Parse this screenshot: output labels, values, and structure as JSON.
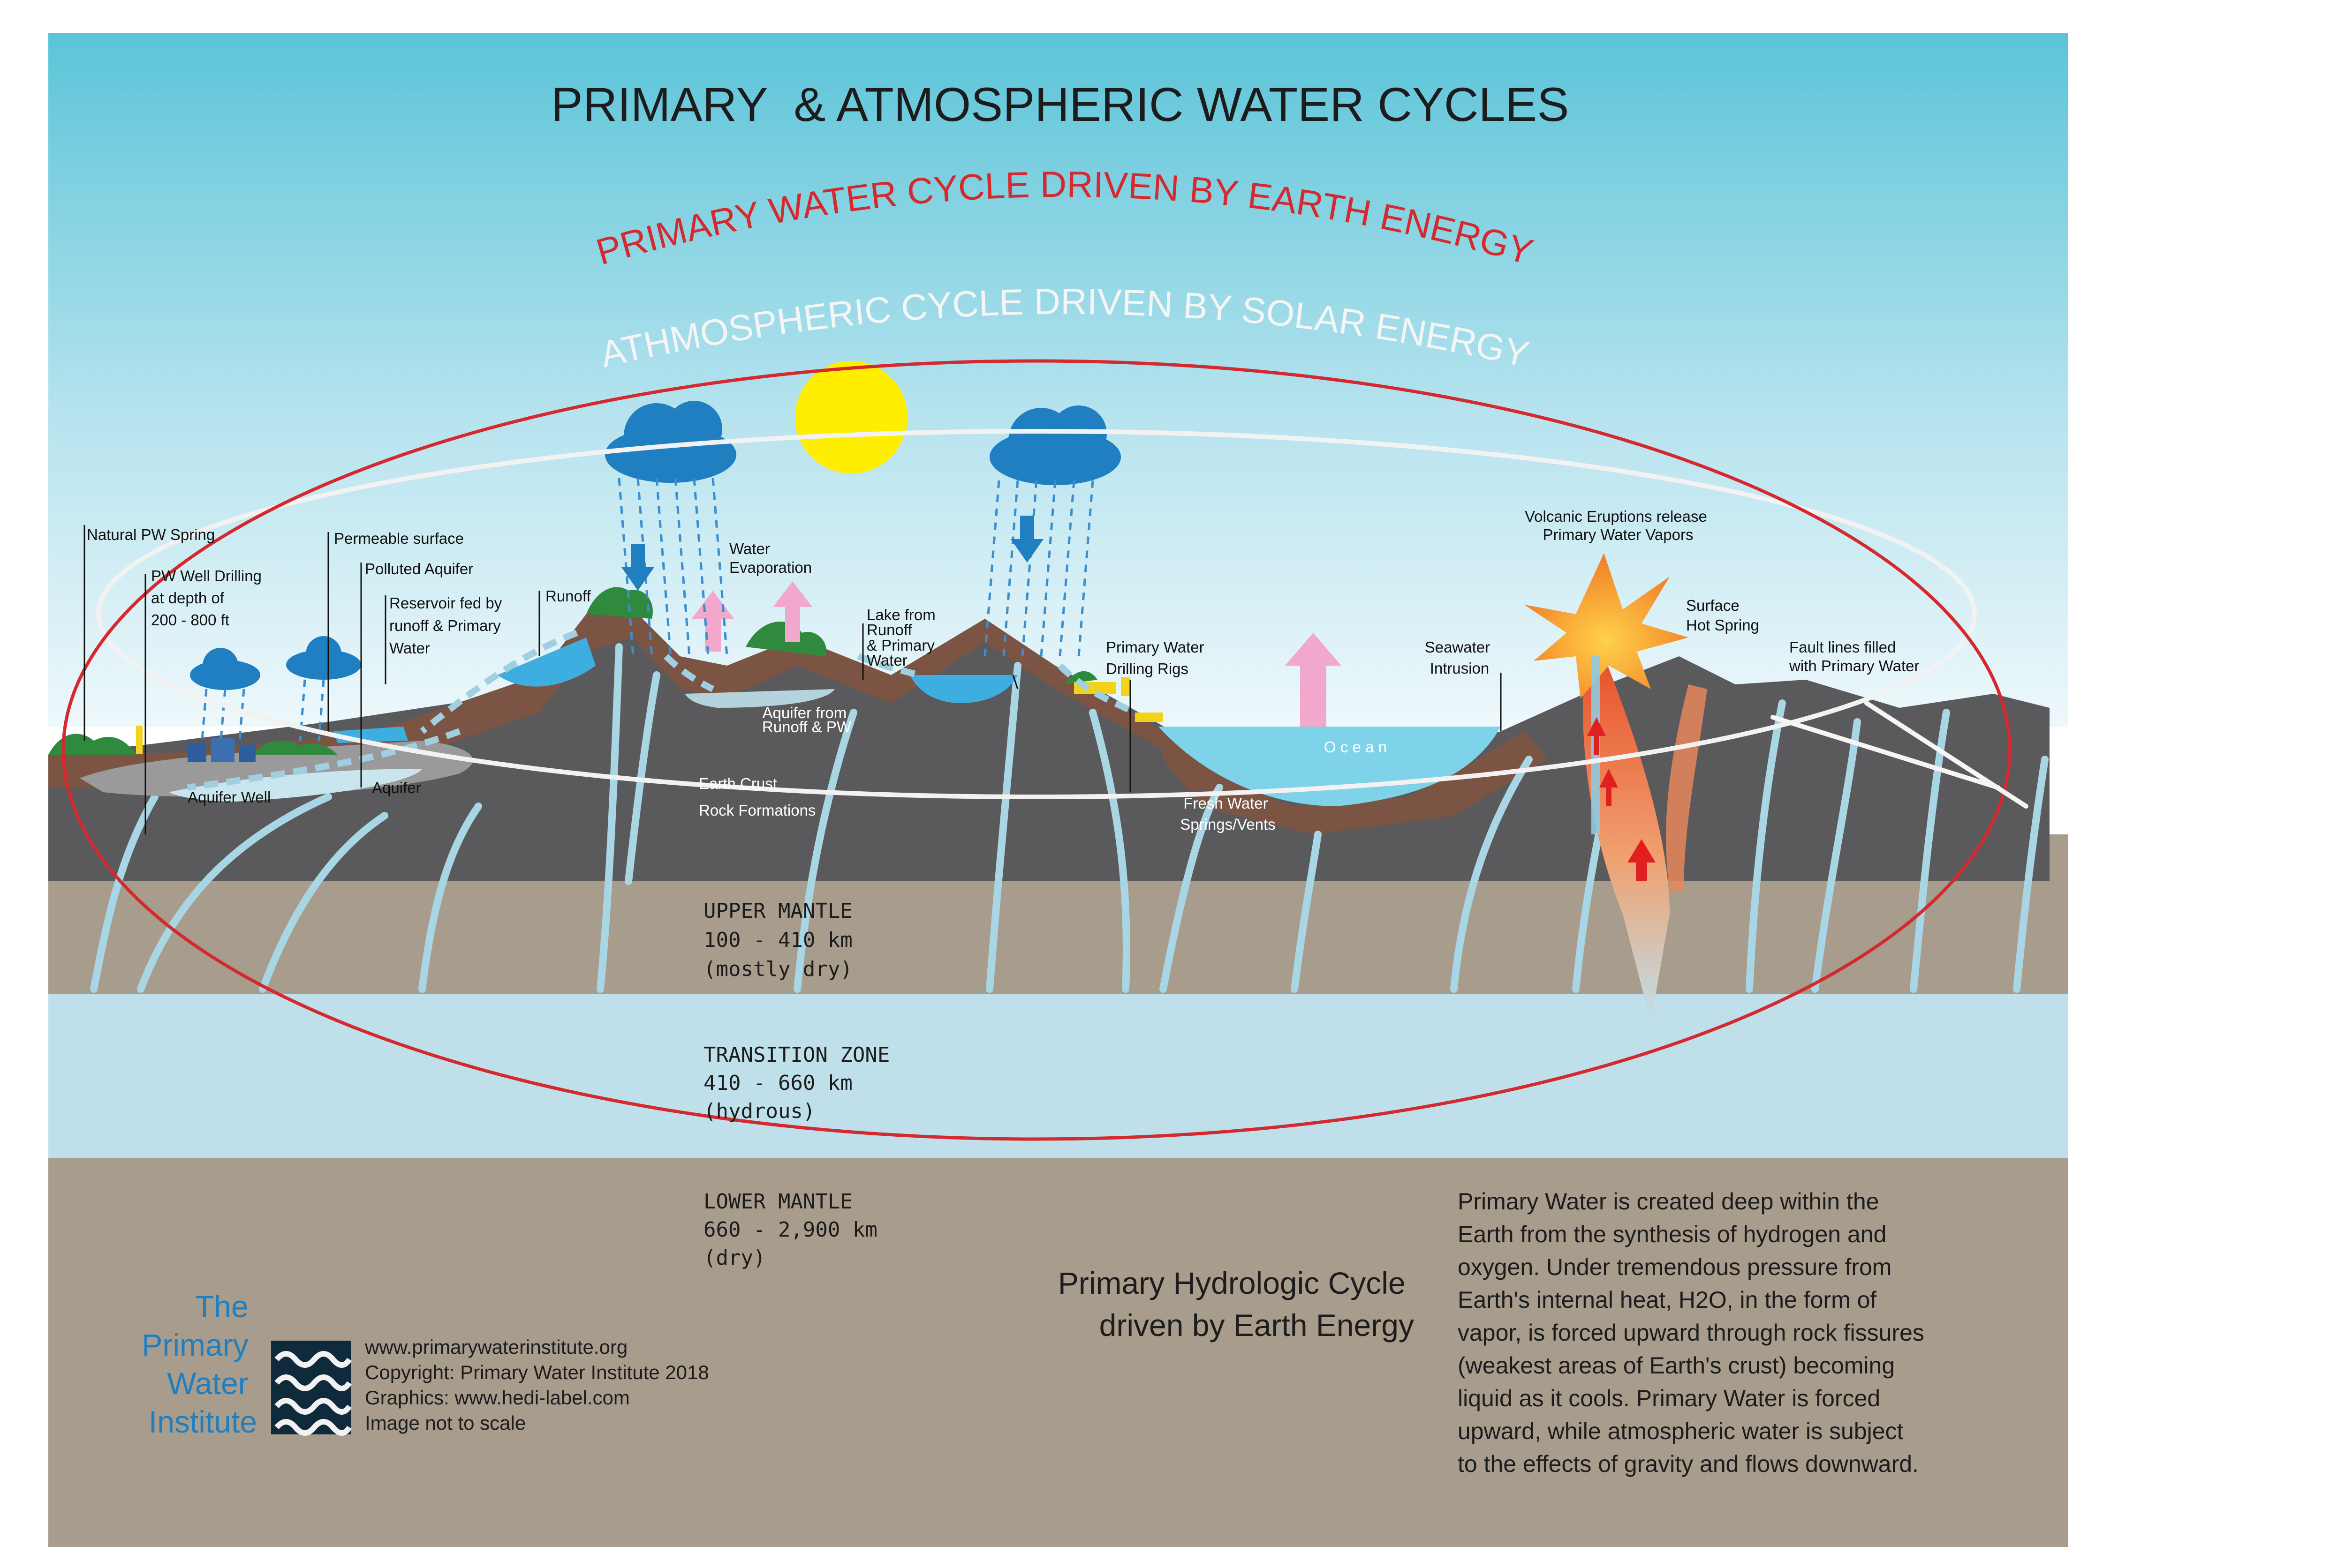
{
  "title": "PRIMARY  & ATMOSPHERIC WATER CYCLES",
  "cycles": {
    "primary": "PRIMARY WATER CYCLE DRIVEN BY EARTH ENERGY",
    "atmospheric": "ATHMOSPHERIC CYCLE DRIVEN BY SOLAR ENERGY"
  },
  "colors": {
    "sky_top": "#5bc4d8",
    "primary_ring": "#d42a2f",
    "ring_white": "#f2f2f2",
    "crust": "#5a5a5c",
    "topsoil": "#7b5443",
    "mantle": "#a89c8c",
    "transition": "#bfe0ea",
    "water": "#3eaee0",
    "sun": "#ffee00",
    "cloud": "#1f7fc1",
    "vapor": "#f2a7cc"
  },
  "labels": {
    "natural_pw_spring": "Natural PW Spring",
    "pw_well_1": "PW Well Drilling",
    "pw_well_2": "at depth of",
    "pw_well_3": "200 - 800 ft",
    "permeable_surface": "Permeable surface",
    "polluted_aquifer": "Polluted Aquifer",
    "reservoir_1": "Reservoir fed by",
    "reservoir_2": "runoff & Primary",
    "reservoir_3": "Water",
    "runoff": "Runoff",
    "evaporation_1": "Water",
    "evaporation_2": "Evaporation",
    "lake_1": "Lake from",
    "lake_2": "Runoff",
    "lake_3": "& Primary",
    "lake_4": "Water",
    "drilling_rigs_1": "Primary Water",
    "drilling_rigs_2": "Drilling Rigs",
    "volcanic_1": "Volcanic Eruptions release",
    "volcanic_2": "Primary  Water Vapors",
    "surface_hot_spring_1": "Surface",
    "surface_hot_spring_2": "Hot Spring",
    "seawater_1": "Seawater",
    "seawater_2": "Intrusion",
    "fault_lines_1": "Fault lines filled",
    "fault_lines_2": "with Primary Water",
    "aquifer_from_1": "Aquifer from",
    "aquifer_from_2": "Runoff & PW",
    "ocean": "O c e a n",
    "aquifer_well": "Aquifer Well",
    "aquifer": "Aquifer",
    "earth_crust_1": "Earth Crust",
    "earth_crust_2": "Rock Formations",
    "fresh_water_1": "Fresh Water",
    "fresh_water_2": "Springs/Vents"
  },
  "layers": {
    "upper_mantle": {
      "name": "UPPER MANTLE",
      "depth": "100 - 410 km",
      "note": "(mostly dry)"
    },
    "transition_zone": {
      "name": "TRANSITION ZONE",
      "depth": "410 - 660 km",
      "note": "(hydrous)"
    },
    "lower_mantle": {
      "name": "LOWER MANTLE",
      "depth": "660 - 2,900 km",
      "note": "(dry)"
    }
  },
  "subtitle": {
    "line1": "Primary Hydrologic Cycle",
    "line2": "driven by Earth Energy"
  },
  "description": [
    "Primary Water is created deep within the",
    "Earth from the synthesis of hydrogen and",
    "oxygen.  Under tremendous pressure from",
    "Earth's internal heat, H2O, in the form of",
    "vapor, is forced upward through rock fissures",
    "(weakest areas of Earth's crust) becoming",
    "liquid as it cools.  Primary Water is forced",
    "upward, while atmospheric water is subject",
    "to the effects of gravity and flows downward."
  ],
  "logo": {
    "line1": "The",
    "line2": "Primary",
    "line3": "Water",
    "line4": "Institute"
  },
  "credits": {
    "website": "www.primarywaterinstitute.org",
    "copyright": "Copyright: Primary Water Institute 2018",
    "graphics": "Graphics: www.hedi-label.com",
    "scale_note": "Image not to scale"
  }
}
